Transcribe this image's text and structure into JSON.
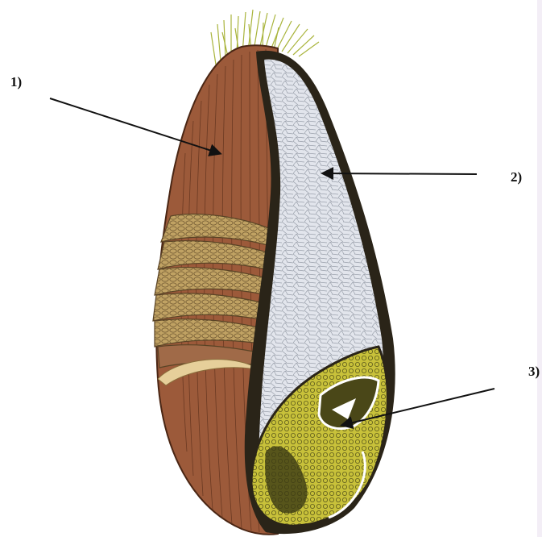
{
  "labels": [
    {
      "id": "1",
      "text": "1)"
    },
    {
      "id": "2",
      "text": "2)"
    },
    {
      "id": "3",
      "text": "3)"
    }
  ],
  "colors": {
    "pericarp": "#9c5a3a",
    "pericarp_dark": "#5a2e1a",
    "endosperm": "#dfe3ea",
    "aleurone": "#2a2418",
    "embryo": "#c9c23a",
    "embryo_dark": "#3b3a14",
    "hairs": "#a9b43c",
    "scales": "#c2a266",
    "band": "#e6cf9a"
  }
}
